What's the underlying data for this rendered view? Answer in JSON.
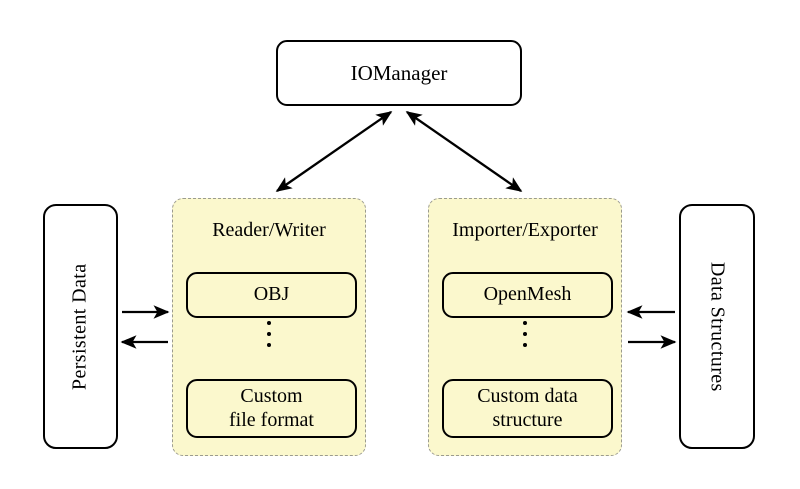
{
  "diagram": {
    "title_node": {
      "label": "IOManager"
    },
    "left_store": {
      "label": "Persistent Data",
      "orientation": "rotated-ccw"
    },
    "right_store": {
      "label": "Data Structures",
      "orientation": "rotated-cw"
    },
    "groups": [
      {
        "id": "reader-writer",
        "title": "Reader/Writer",
        "top_item": "OBJ",
        "ellipsis": "⋮",
        "bottom_item_line1": "Custom",
        "bottom_item_line2": "file format"
      },
      {
        "id": "importer-exporter",
        "title": "Importer/Exporter",
        "top_item": "OpenMesh",
        "ellipsis": "⋮",
        "bottom_item_line1": "Custom data",
        "bottom_item_line2": "structure"
      }
    ],
    "connections": [
      {
        "name": "iomanager-readerwriter",
        "style": "double-headed"
      },
      {
        "name": "iomanager-importerexporter",
        "style": "double-headed"
      },
      {
        "name": "persistentdata-to-readerwriter",
        "style": "single-right"
      },
      {
        "name": "readerwriter-to-persistentdata",
        "style": "single-left"
      },
      {
        "name": "datastructures-to-importerexporter",
        "style": "single-left"
      },
      {
        "name": "importerexporter-to-datastructures",
        "style": "single-right"
      }
    ],
    "colors": {
      "group_fill": "#fbf8cd",
      "group_border": "#9b9b8f",
      "node_border": "#000000",
      "background": "#ffffff"
    }
  }
}
